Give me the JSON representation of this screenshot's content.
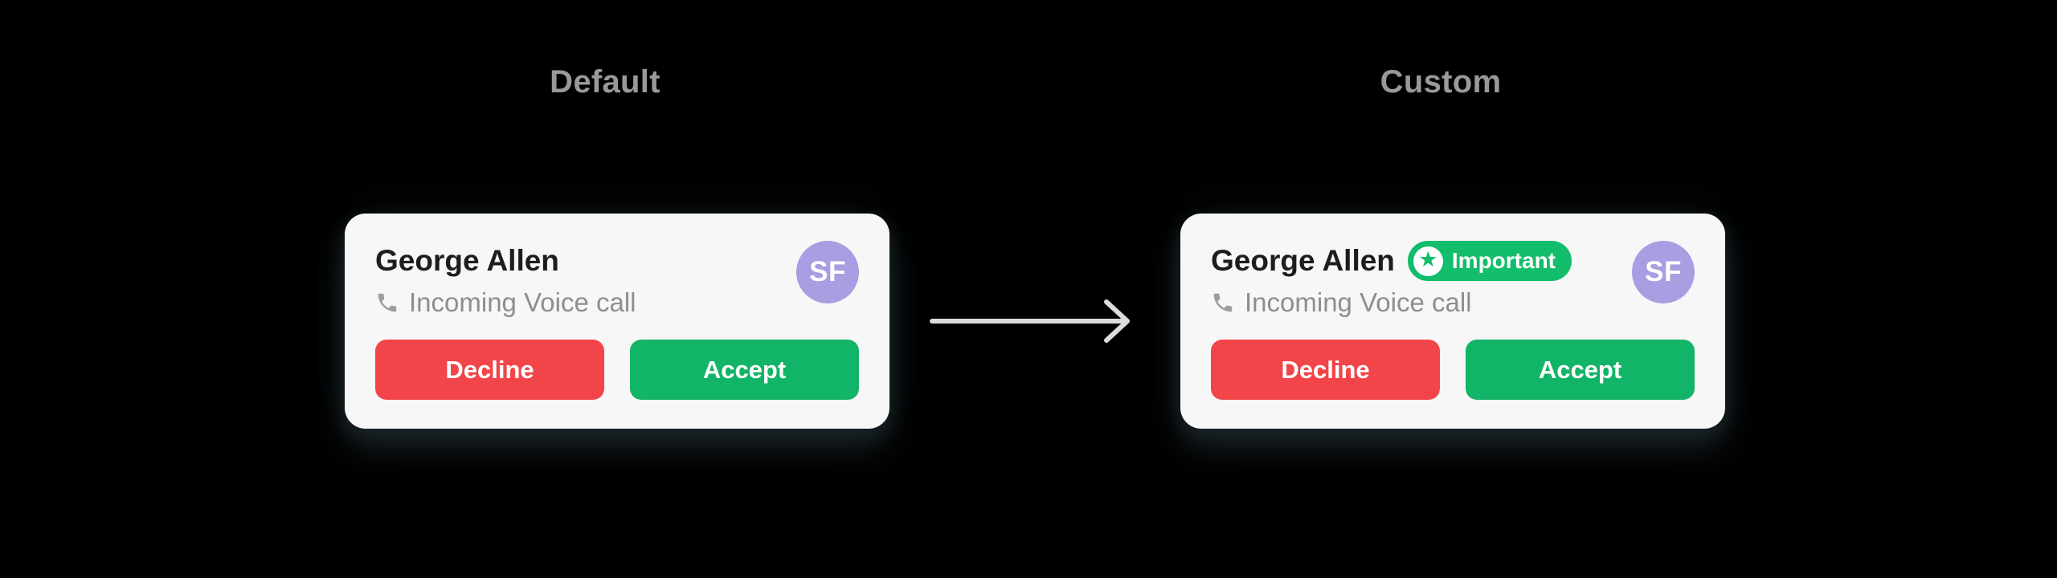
{
  "sections": {
    "default": {
      "title": "Default"
    },
    "custom": {
      "title": "Custom"
    }
  },
  "cards": {
    "default": {
      "name": "George Allen",
      "subtitle": "Incoming Voice call",
      "avatar_initials": "SF",
      "decline_label": "Decline",
      "accept_label": "Accept"
    },
    "custom": {
      "name": "George Allen",
      "subtitle": "Incoming Voice call",
      "avatar_initials": "SF",
      "badge": {
        "label": "Important"
      },
      "decline_label": "Decline",
      "accept_label": "Accept"
    }
  },
  "icons": {
    "star_glyph": "★",
    "phone_icon": "phone-handset",
    "arrow_icon": "right-arrow"
  },
  "colors": {
    "background": "#000000",
    "card_background": "#f7f7f7",
    "title_gray": "#999999",
    "name_color": "#1d1d1f",
    "subtitle_gray": "#8e8e8e",
    "decline_red": "#f2454a",
    "accept_green": "#12b467",
    "badge_green": "#12bd6b",
    "avatar_purple": "#a89ee2",
    "arrow_gray": "#dcdcdc"
  }
}
